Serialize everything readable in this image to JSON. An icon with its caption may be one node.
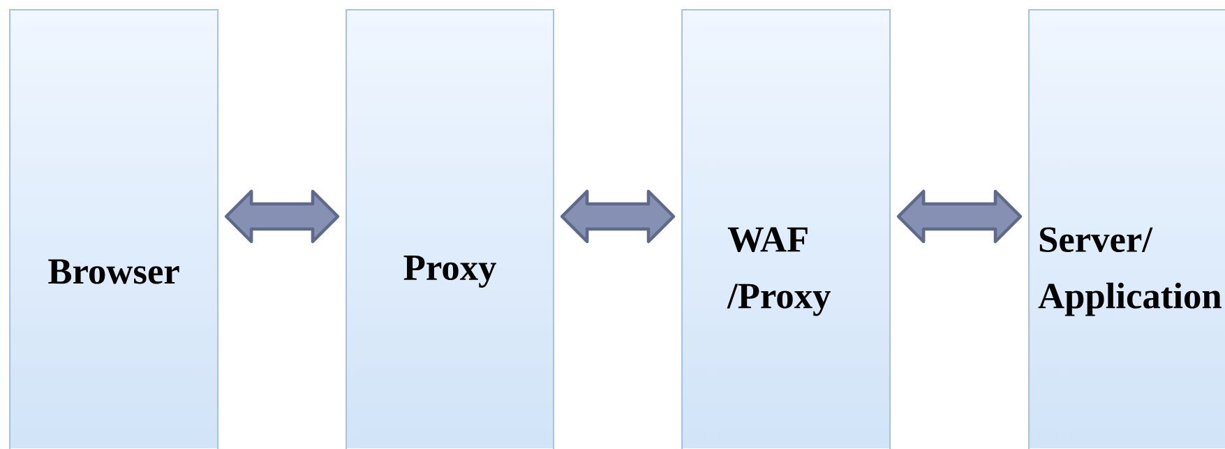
{
  "diagram": {
    "nodes": [
      {
        "text": [
          "Browser"
        ]
      },
      {
        "text": [
          "Proxy"
        ]
      },
      {
        "text": [
          "WAF /Proxy"
        ]
      },
      {
        "text": [
          "Server/ Application"
        ]
      }
    ],
    "edges": [
      {
        "from": 0,
        "to": 1,
        "arrow": "both"
      },
      {
        "from": 1,
        "to": 2,
        "arrow": "both"
      },
      {
        "from": 2,
        "to": 3,
        "arrow": "both"
      }
    ]
  }
}
